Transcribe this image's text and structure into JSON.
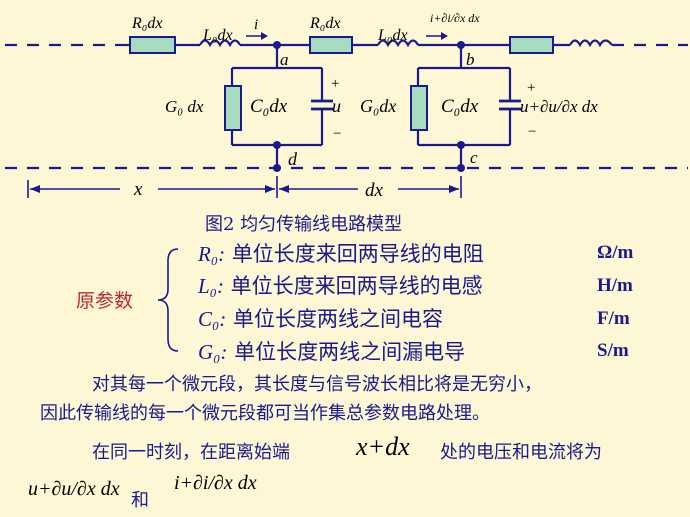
{
  "circuit": {
    "top_resistor_1": "R₀dx",
    "top_inductor_1": "L₀dx",
    "current_1": "i",
    "top_resistor_2": "R₀dx",
    "top_inductor_2": "L₀dx",
    "current_2": "i+∂i/∂x dx",
    "node_a": "a",
    "node_b": "b",
    "node_c": "c",
    "node_d": "d",
    "conductance_1": "G₀ dx",
    "capacitor_1": "C₀dx",
    "voltage_1": "u",
    "conductance_2": "G₀dx",
    "capacitor_2": "C₀dx",
    "voltage_2": "u+∂u/∂x dx",
    "plus": "+",
    "minus": "−",
    "dim_x": "x",
    "dim_dx": "dx"
  },
  "caption": "图2 均匀传输线电路模型",
  "params_label": "原参数",
  "params": [
    {
      "symbol": "R₀:",
      "desc": "单位长度来回两导线的电阻",
      "unit": "Ω/m"
    },
    {
      "symbol": "L₀:",
      "desc": "单位长度来回两导线的电感",
      "unit": "H/m"
    },
    {
      "symbol": "C₀:",
      "desc": "单位长度两线之间电容",
      "unit": "F/m"
    },
    {
      "symbol": "G₀:",
      "desc": "单位长度两线之间漏电导",
      "unit": "S/m"
    }
  ],
  "paragraph_line1": "对其每一个微元段，其长度与信号波长相比将是无穷小，",
  "paragraph_line2": "因此传输线的每一个微元段都可当作集总参数电路处理。",
  "sentence_start": "在同一时刻，在距离始端",
  "sentence_math": "x+dx",
  "sentence_end": "处的电压和电流将为",
  "final_u": "u+∂u/∂x dx",
  "final_and": "和",
  "final_i": "i+∂i/∂x dx",
  "colors": {
    "background": "#fdf7d6",
    "wire": "#1a1a8c",
    "component": "#a8dcc0",
    "label_red": "#c0282d"
  }
}
